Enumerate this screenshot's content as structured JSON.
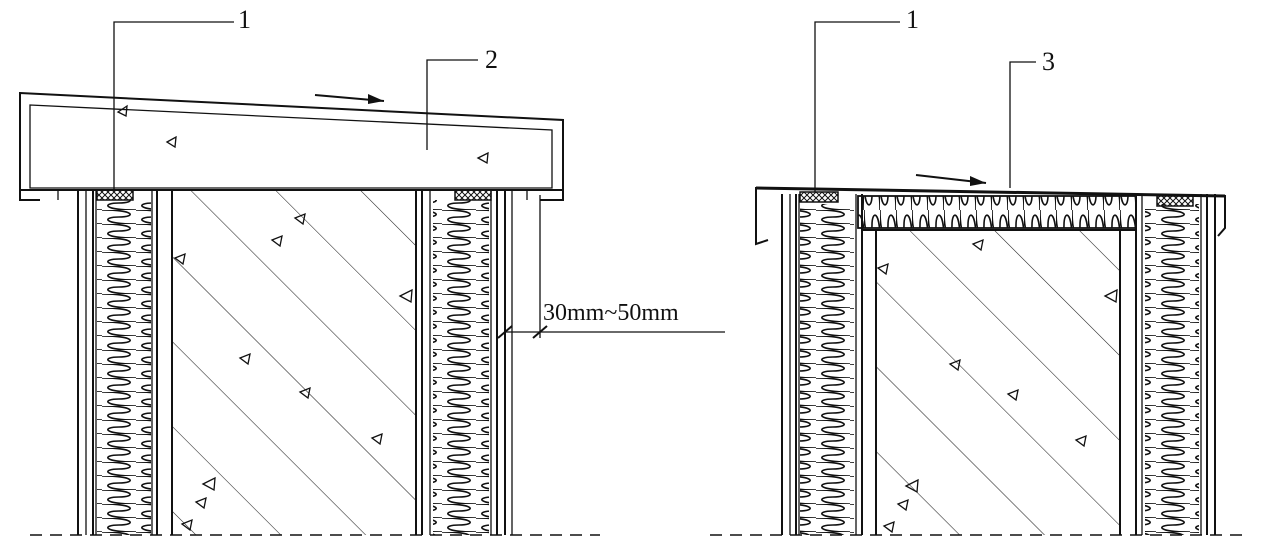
{
  "left_detail": {
    "callouts": [
      "1",
      "2"
    ],
    "dimension_label": "30mm~50mm"
  },
  "right_detail": {
    "callouts": [
      "1",
      "3"
    ]
  }
}
